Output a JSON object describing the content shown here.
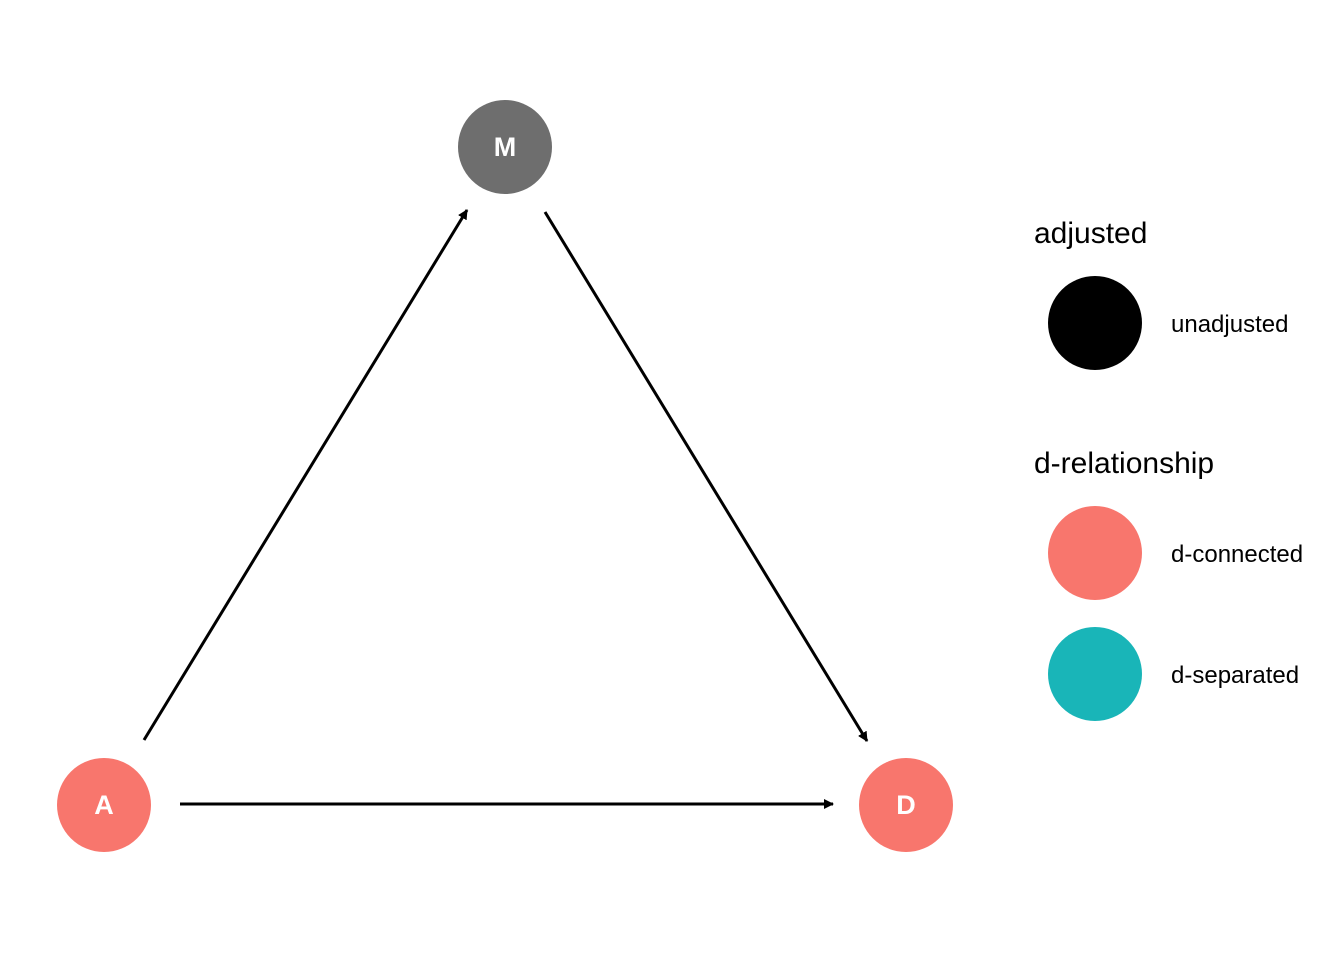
{
  "nodes": [
    {
      "id": "A",
      "label": "A",
      "color": "#F8766D"
    },
    {
      "id": "M",
      "label": "M",
      "color": "#6E6E6E"
    },
    {
      "id": "D",
      "label": "D",
      "color": "#F8766D"
    }
  ],
  "edges": [
    {
      "from": "A",
      "to": "M"
    },
    {
      "from": "M",
      "to": "D"
    },
    {
      "from": "A",
      "to": "D"
    }
  ],
  "legend": {
    "adjusted": {
      "title": "adjusted",
      "items": [
        {
          "label": "unadjusted",
          "color": "#000000"
        }
      ]
    },
    "d_relationship": {
      "title": "d-relationship",
      "items": [
        {
          "label": "d-connected",
          "color": "#F8766D"
        },
        {
          "label": "d-separated",
          "color": "#19B5B8"
        }
      ]
    }
  },
  "colors": {
    "edge": "#000000",
    "node_label": "#ffffff",
    "background": "#ffffff"
  }
}
